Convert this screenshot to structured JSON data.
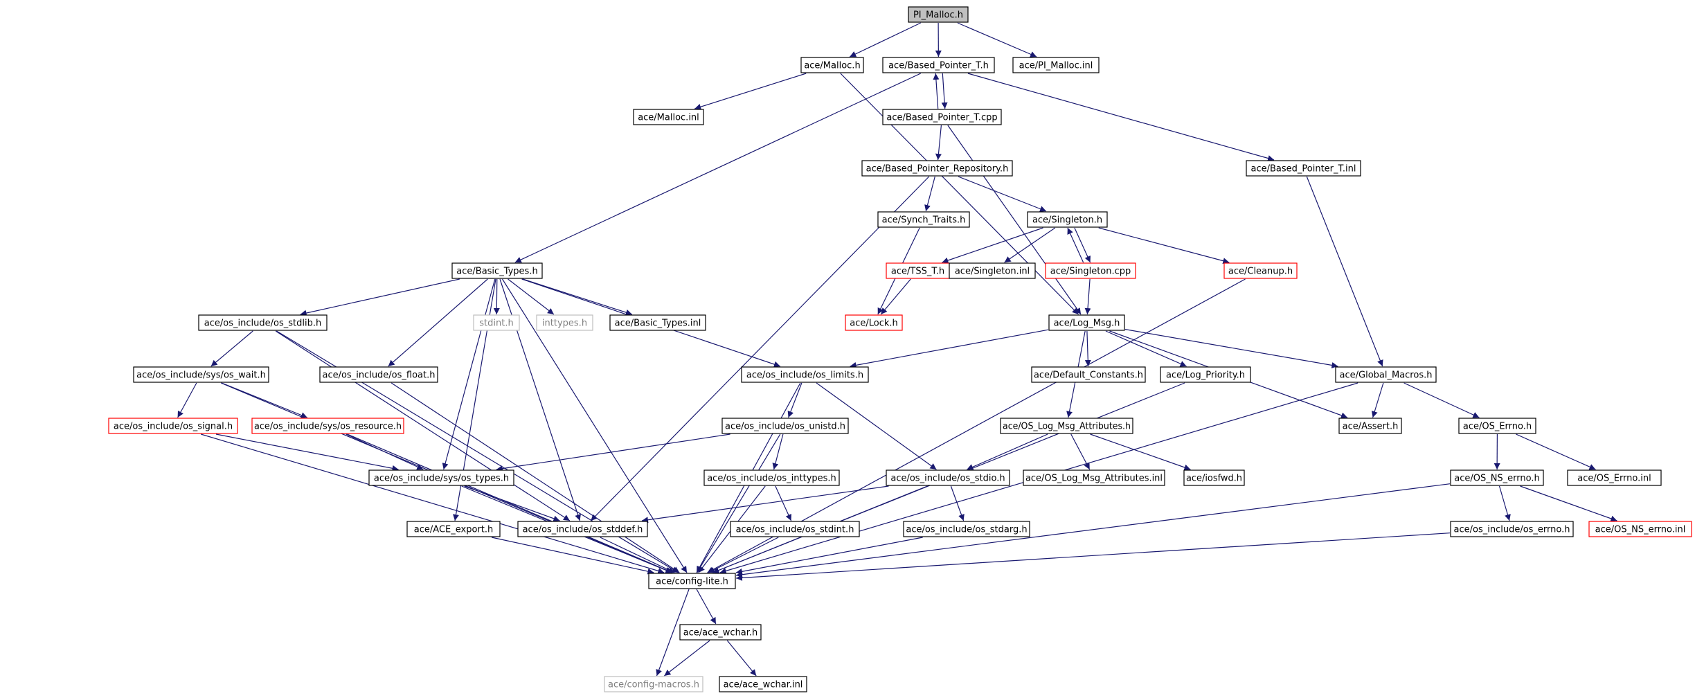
{
  "colors": {
    "background": "#ffffff",
    "edge": "#191970",
    "root_fill": "#c0c0c0",
    "normal_border": "#000000",
    "missing_border": "#ff0000",
    "external_border": "#bfbfbf",
    "normal_text": "#000000",
    "external_text": "#808080"
  },
  "nodes": [
    {
      "id": "pi_malloc_h",
      "label": "PI_Malloc.h",
      "style": "root"
    },
    {
      "id": "malloc_h",
      "label": "ace/Malloc.h",
      "style": "normal"
    },
    {
      "id": "based_pointer_t_h",
      "label": "ace/Based_Pointer_T.h",
      "style": "normal"
    },
    {
      "id": "pi_malloc_inl",
      "label": "ace/PI_Malloc.inl",
      "style": "normal"
    },
    {
      "id": "malloc_inl",
      "label": "ace/Malloc.inl",
      "style": "normal"
    },
    {
      "id": "based_pointer_t_cpp",
      "label": "ace/Based_Pointer_T.cpp",
      "style": "normal"
    },
    {
      "id": "based_pointer_repository_h",
      "label": "ace/Based_Pointer_Repository.h",
      "style": "normal"
    },
    {
      "id": "based_pointer_t_inl",
      "label": "ace/Based_Pointer_T.inl",
      "style": "normal"
    },
    {
      "id": "synch_traits_h",
      "label": "ace/Synch_Traits.h",
      "style": "normal"
    },
    {
      "id": "singleton_h",
      "label": "ace/Singleton.h",
      "style": "normal"
    },
    {
      "id": "basic_types_h",
      "label": "ace/Basic_Types.h",
      "style": "normal"
    },
    {
      "id": "tss_t_h",
      "label": "ace/TSS_T.h",
      "style": "missing"
    },
    {
      "id": "singleton_inl",
      "label": "ace/Singleton.inl",
      "style": "normal"
    },
    {
      "id": "singleton_cpp",
      "label": "ace/Singleton.cpp",
      "style": "missing"
    },
    {
      "id": "cleanup_h",
      "label": "ace/Cleanup.h",
      "style": "missing"
    },
    {
      "id": "os_stdlib_h",
      "label": "ace/os_include/os_stdlib.h",
      "style": "normal"
    },
    {
      "id": "stdint_h",
      "label": "stdint.h",
      "style": "external"
    },
    {
      "id": "inttypes_h",
      "label": "inttypes.h",
      "style": "external"
    },
    {
      "id": "basic_types_inl",
      "label": "ace/Basic_Types.inl",
      "style": "normal"
    },
    {
      "id": "lock_h",
      "label": "ace/Lock.h",
      "style": "missing"
    },
    {
      "id": "log_msg_h",
      "label": "ace/Log_Msg.h",
      "style": "normal"
    },
    {
      "id": "os_wait_h",
      "label": "ace/os_include/sys/os_wait.h",
      "style": "normal"
    },
    {
      "id": "os_float_h",
      "label": "ace/os_include/os_float.h",
      "style": "normal"
    },
    {
      "id": "os_limits_h",
      "label": "ace/os_include/os_limits.h",
      "style": "normal"
    },
    {
      "id": "default_constants_h",
      "label": "ace/Default_Constants.h",
      "style": "normal"
    },
    {
      "id": "log_priority_h",
      "label": "ace/Log_Priority.h",
      "style": "normal"
    },
    {
      "id": "global_macros_h",
      "label": "ace/Global_Macros.h",
      "style": "normal"
    },
    {
      "id": "os_signal_h",
      "label": "ace/os_include/os_signal.h",
      "style": "missing"
    },
    {
      "id": "os_resource_h",
      "label": "ace/os_include/sys/os_resource.h",
      "style": "missing"
    },
    {
      "id": "os_unistd_h",
      "label": "ace/os_include/os_unistd.h",
      "style": "normal"
    },
    {
      "id": "os_log_msg_attributes_h",
      "label": "ace/OS_Log_Msg_Attributes.h",
      "style": "normal"
    },
    {
      "id": "assert_h",
      "label": "ace/Assert.h",
      "style": "normal"
    },
    {
      "id": "os_errno_h",
      "label": "ace/OS_Errno.h",
      "style": "normal"
    },
    {
      "id": "os_types_h",
      "label": "ace/os_include/sys/os_types.h",
      "style": "normal"
    },
    {
      "id": "os_inttypes_h",
      "label": "ace/os_include/os_inttypes.h",
      "style": "normal"
    },
    {
      "id": "os_stdio_h",
      "label": "ace/os_include/os_stdio.h",
      "style": "normal"
    },
    {
      "id": "os_log_msg_attributes_inl",
      "label": "ace/OS_Log_Msg_Attributes.inl",
      "style": "normal"
    },
    {
      "id": "iosfwd_h",
      "label": "ace/iosfwd.h",
      "style": "normal"
    },
    {
      "id": "os_ns_errno_h",
      "label": "ace/OS_NS_errno.h",
      "style": "normal"
    },
    {
      "id": "os_errno_inl",
      "label": "ace/OS_Errno.inl",
      "style": "normal"
    },
    {
      "id": "ace_export_h",
      "label": "ace/ACE_export.h",
      "style": "normal"
    },
    {
      "id": "os_stddef_h",
      "label": "ace/os_include/os_stddef.h",
      "style": "normal"
    },
    {
      "id": "os_stdint_h",
      "label": "ace/os_include/os_stdint.h",
      "style": "normal"
    },
    {
      "id": "os_stdarg_h",
      "label": "ace/os_include/os_stdarg.h",
      "style": "normal"
    },
    {
      "id": "os_include_os_errno_h",
      "label": "ace/os_include/os_errno.h",
      "style": "normal"
    },
    {
      "id": "os_ns_errno_inl",
      "label": "ace/OS_NS_errno.inl",
      "style": "missing"
    },
    {
      "id": "config_lite_h",
      "label": "ace/config-lite.h",
      "style": "normal"
    },
    {
      "id": "ace_wchar_h",
      "label": "ace/ace_wchar.h",
      "style": "normal"
    },
    {
      "id": "config_macros_h",
      "label": "ace/config-macros.h",
      "style": "external"
    },
    {
      "id": "ace_wchar_inl",
      "label": "ace/ace_wchar.inl",
      "style": "normal"
    }
  ],
  "edges": [
    [
      "pi_malloc_h",
      "malloc_h"
    ],
    [
      "pi_malloc_h",
      "based_pointer_t_h"
    ],
    [
      "pi_malloc_h",
      "pi_malloc_inl"
    ],
    [
      "malloc_h",
      "malloc_inl"
    ],
    [
      "malloc_h",
      "log_msg_h"
    ],
    [
      "based_pointer_t_h",
      "based_pointer_t_cpp"
    ],
    [
      "based_pointer_t_cpp",
      "based_pointer_t_h"
    ],
    [
      "based_pointer_t_h",
      "basic_types_h"
    ],
    [
      "based_pointer_t_h",
      "based_pointer_t_inl"
    ],
    [
      "based_pointer_t_cpp",
      "based_pointer_repository_h"
    ],
    [
      "based_pointer_t_cpp",
      "log_msg_h"
    ],
    [
      "based_pointer_repository_h",
      "synch_traits_h"
    ],
    [
      "based_pointer_repository_h",
      "singleton_h"
    ],
    [
      "based_pointer_repository_h",
      "os_stddef_h"
    ],
    [
      "based_pointer_t_inl",
      "global_macros_h"
    ],
    [
      "synch_traits_h",
      "lock_h"
    ],
    [
      "singleton_h",
      "tss_t_h"
    ],
    [
      "singleton_h",
      "singleton_inl"
    ],
    [
      "singleton_h",
      "singleton_cpp"
    ],
    [
      "singleton_cpp",
      "singleton_h"
    ],
    [
      "singleton_h",
      "cleanup_h"
    ],
    [
      "tss_t_h",
      "lock_h"
    ],
    [
      "singleton_cpp",
      "log_msg_h"
    ],
    [
      "cleanup_h",
      "config_lite_h"
    ],
    [
      "basic_types_h",
      "os_stdlib_h"
    ],
    [
      "basic_types_h",
      "stdint_h"
    ],
    [
      "basic_types_h",
      "inttypes_h"
    ],
    [
      "basic_types_h",
      "basic_types_inl"
    ],
    [
      "basic_types_h",
      "os_limits_h"
    ],
    [
      "basic_types_h",
      "os_float_h"
    ],
    [
      "basic_types_h",
      "os_types_h"
    ],
    [
      "basic_types_h",
      "ace_export_h"
    ],
    [
      "basic_types_h",
      "os_stddef_h"
    ],
    [
      "basic_types_h",
      "config_lite_h"
    ],
    [
      "os_stdlib_h",
      "os_wait_h"
    ],
    [
      "os_stdlib_h",
      "os_stddef_h"
    ],
    [
      "os_stdlib_h",
      "config_lite_h"
    ],
    [
      "os_wait_h",
      "os_signal_h"
    ],
    [
      "os_wait_h",
      "os_resource_h"
    ],
    [
      "os_wait_h",
      "config_lite_h"
    ],
    [
      "os_signal_h",
      "os_types_h"
    ],
    [
      "os_signal_h",
      "config_lite_h"
    ],
    [
      "os_resource_h",
      "os_types_h"
    ],
    [
      "os_resource_h",
      "config_lite_h"
    ],
    [
      "os_float_h",
      "config_lite_h"
    ],
    [
      "log_msg_h",
      "os_limits_h"
    ],
    [
      "log_msg_h",
      "default_constants_h"
    ],
    [
      "log_msg_h",
      "log_priority_h"
    ],
    [
      "log_msg_h",
      "global_macros_h"
    ],
    [
      "log_msg_h",
      "os_log_msg_attributes_h"
    ],
    [
      "log_msg_h",
      "assert_h"
    ],
    [
      "os_limits_h",
      "os_unistd_h"
    ],
    [
      "os_limits_h",
      "os_stdio_h"
    ],
    [
      "os_limits_h",
      "config_lite_h"
    ],
    [
      "os_unistd_h",
      "os_types_h"
    ],
    [
      "os_unistd_h",
      "os_inttypes_h"
    ],
    [
      "os_unistd_h",
      "config_lite_h"
    ],
    [
      "os_inttypes_h",
      "os_stdint_h"
    ],
    [
      "os_inttypes_h",
      "config_lite_h"
    ],
    [
      "os_stdint_h",
      "config_lite_h"
    ],
    [
      "os_types_h",
      "os_stddef_h"
    ],
    [
      "os_types_h",
      "config_lite_h"
    ],
    [
      "os_stddef_h",
      "config_lite_h"
    ],
    [
      "ace_export_h",
      "config_lite_h"
    ],
    [
      "os_log_msg_attributes_h",
      "os_stdio_h"
    ],
    [
      "os_log_msg_attributes_h",
      "os_log_msg_attributes_inl"
    ],
    [
      "os_log_msg_attributes_h",
      "iosfwd_h"
    ],
    [
      "os_stdio_h",
      "os_stddef_h"
    ],
    [
      "os_stdio_h",
      "os_stdarg_h"
    ],
    [
      "os_stdio_h",
      "config_lite_h"
    ],
    [
      "os_stdarg_h",
      "config_lite_h"
    ],
    [
      "log_priority_h",
      "config_lite_h"
    ],
    [
      "global_macros_h",
      "assert_h"
    ],
    [
      "global_macros_h",
      "os_errno_h"
    ],
    [
      "global_macros_h",
      "config_lite_h"
    ],
    [
      "os_errno_h",
      "os_ns_errno_h"
    ],
    [
      "os_errno_h",
      "os_errno_inl"
    ],
    [
      "os_ns_errno_h",
      "os_include_os_errno_h"
    ],
    [
      "os_ns_errno_h",
      "os_ns_errno_inl"
    ],
    [
      "os_ns_errno_h",
      "config_lite_h"
    ],
    [
      "os_include_os_errno_h",
      "config_lite_h"
    ],
    [
      "config_lite_h",
      "ace_wchar_h"
    ],
    [
      "config_lite_h",
      "config_macros_h"
    ],
    [
      "ace_wchar_h",
      "config_macros_h"
    ],
    [
      "ace_wchar_h",
      "ace_wchar_inl"
    ]
  ]
}
